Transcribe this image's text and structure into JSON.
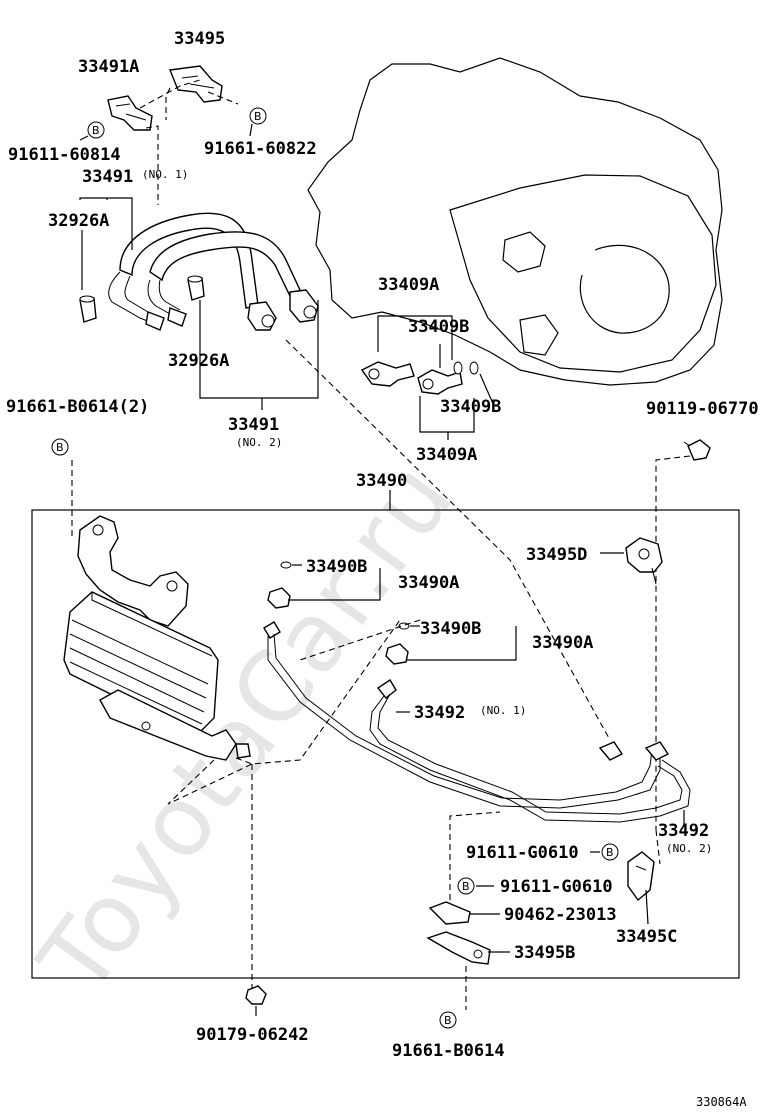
{
  "watermark": "ToyotaCar.ru",
  "diagram_id": "330864A",
  "clip_marker": "B",
  "labels": {
    "p33495": "33495",
    "p33491A": "33491A",
    "p91611_60814": "91611-60814",
    "p91661_60822": "91661-60822",
    "p33491_no1": "33491",
    "no1_a": "(NO. 1)",
    "p32926A_top": "32926A",
    "p32926A_mid": "32926A",
    "p33409A_top": "33409A",
    "p33409B_top": "33409B",
    "p33409B_bot": "33409B",
    "p33409A_bot": "33409A",
    "p91661_B0614_2": "91661-B0614(2)",
    "p90119": "90119-06770",
    "p33491_no2": "33491",
    "no2_a": "(NO. 2)",
    "p33490": "33490",
    "p33490B_1": "33490B",
    "p33490A_1": "33490A",
    "p33495D": "33495D",
    "p33490B_2": "33490B",
    "p33490A_2": "33490A",
    "p33492_no1": "33492",
    "no1_b": "(NO. 1)",
    "p33492_no2": "33492",
    "no2_b": "(NO. 2)",
    "p91611_G0610_a": "91611-G0610",
    "p91611_G0610_b": "91611-G0610",
    "p90462": "90462-23013",
    "p33495C": "33495C",
    "p33495B": "33495B",
    "p90179": "90179-06242",
    "p91661_B0614": "91661-B0614"
  }
}
